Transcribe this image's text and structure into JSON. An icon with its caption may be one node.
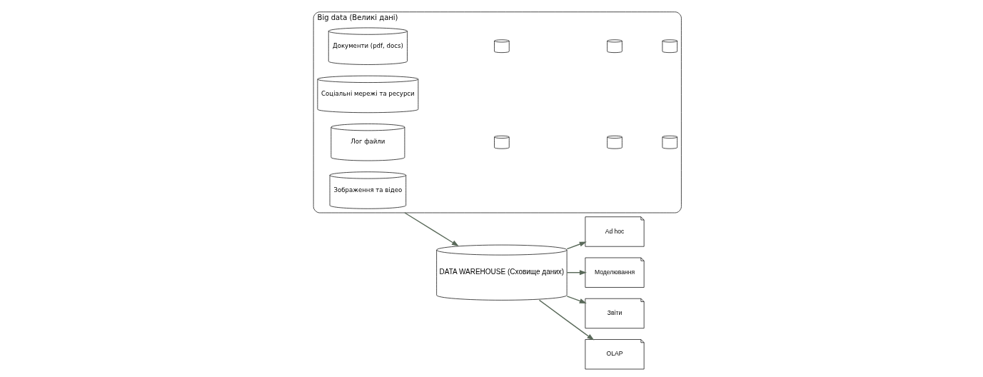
{
  "diagram": {
    "nodes": [
      {
        "text": [
          "Big data (Великі дані)"
        ]
      },
      {
        "text": [
          "Лог файли"
        ],
        "in": 0
      },
      {
        "text": [
          "Зображення та відео"
        ],
        "in": 0
      },
      {
        "text": [
          "Соціальні мережі та ресурси"
        ],
        "in": 0
      },
      {
        "text": [
          "Документи (pdf, docs)"
        ],
        "in": 0
      },
      {
        "text": [],
        "shape": "cylinder",
        "in": 0
      },
      {
        "text": [],
        "shape": "cylinder",
        "in": 0
      },
      {
        "text": [],
        "shape": "cylinder",
        "in": 0
      },
      {
        "text": [],
        "shape": "cylinder",
        "in": 0
      },
      {
        "text": [],
        "shape": "cylinder",
        "in": 0
      },
      {
        "text": [],
        "shape": "cylinder",
        "in": 0
      },
      {
        "text": [
          "DATA WAREHOUSE (Сховище даних)"
        ]
      },
      {
        "text": [
          "Звіти"
        ]
      },
      {
        "text": [
          "OLAP"
        ]
      },
      {
        "text": [
          "Ad hoc"
        ]
      },
      {
        "text": [
          "Моделювання"
        ]
      }
    ],
    "edges": [
      {
        "from": 0,
        "to": 11,
        "arrow": "to"
      },
      {
        "from": 11,
        "to": 12,
        "arrow": "to"
      },
      {
        "from": 11,
        "to": 13,
        "arrow": "to"
      },
      {
        "from": 11,
        "to": 14,
        "arrow": "to"
      },
      {
        "from": 11,
        "to": 15,
        "arrow": "to"
      }
    ]
  }
}
